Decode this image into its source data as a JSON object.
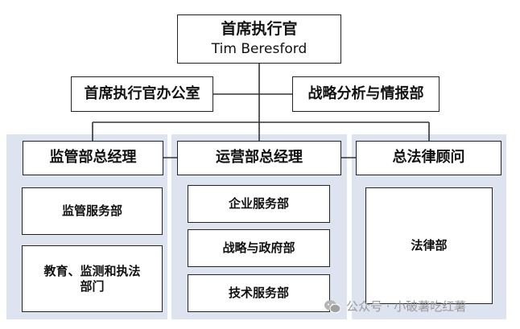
{
  "ceo": {
    "title": "首席执行官",
    "name": "Tim Beresford"
  },
  "ceo_office": "首席执行官办公室",
  "strategy_intel": "战略分析与情报部",
  "columns": {
    "supervision": {
      "head": "监管部总经理",
      "units": [
        "监管服务部",
        "教育、监测和执法部门"
      ]
    },
    "operations": {
      "head": "运营部总经理",
      "units": [
        "企业服务部",
        "战略与政府部",
        "技术服务部"
      ]
    },
    "legal": {
      "head": "总法律顾问",
      "units": [
        "法律部"
      ]
    }
  },
  "watermark": "公众号 · 小破薯吃红薯",
  "watermark_icon": "wechat-icon",
  "colors": {
    "panel": "#dde4f0",
    "border": "#222222",
    "line": "#333333"
  }
}
